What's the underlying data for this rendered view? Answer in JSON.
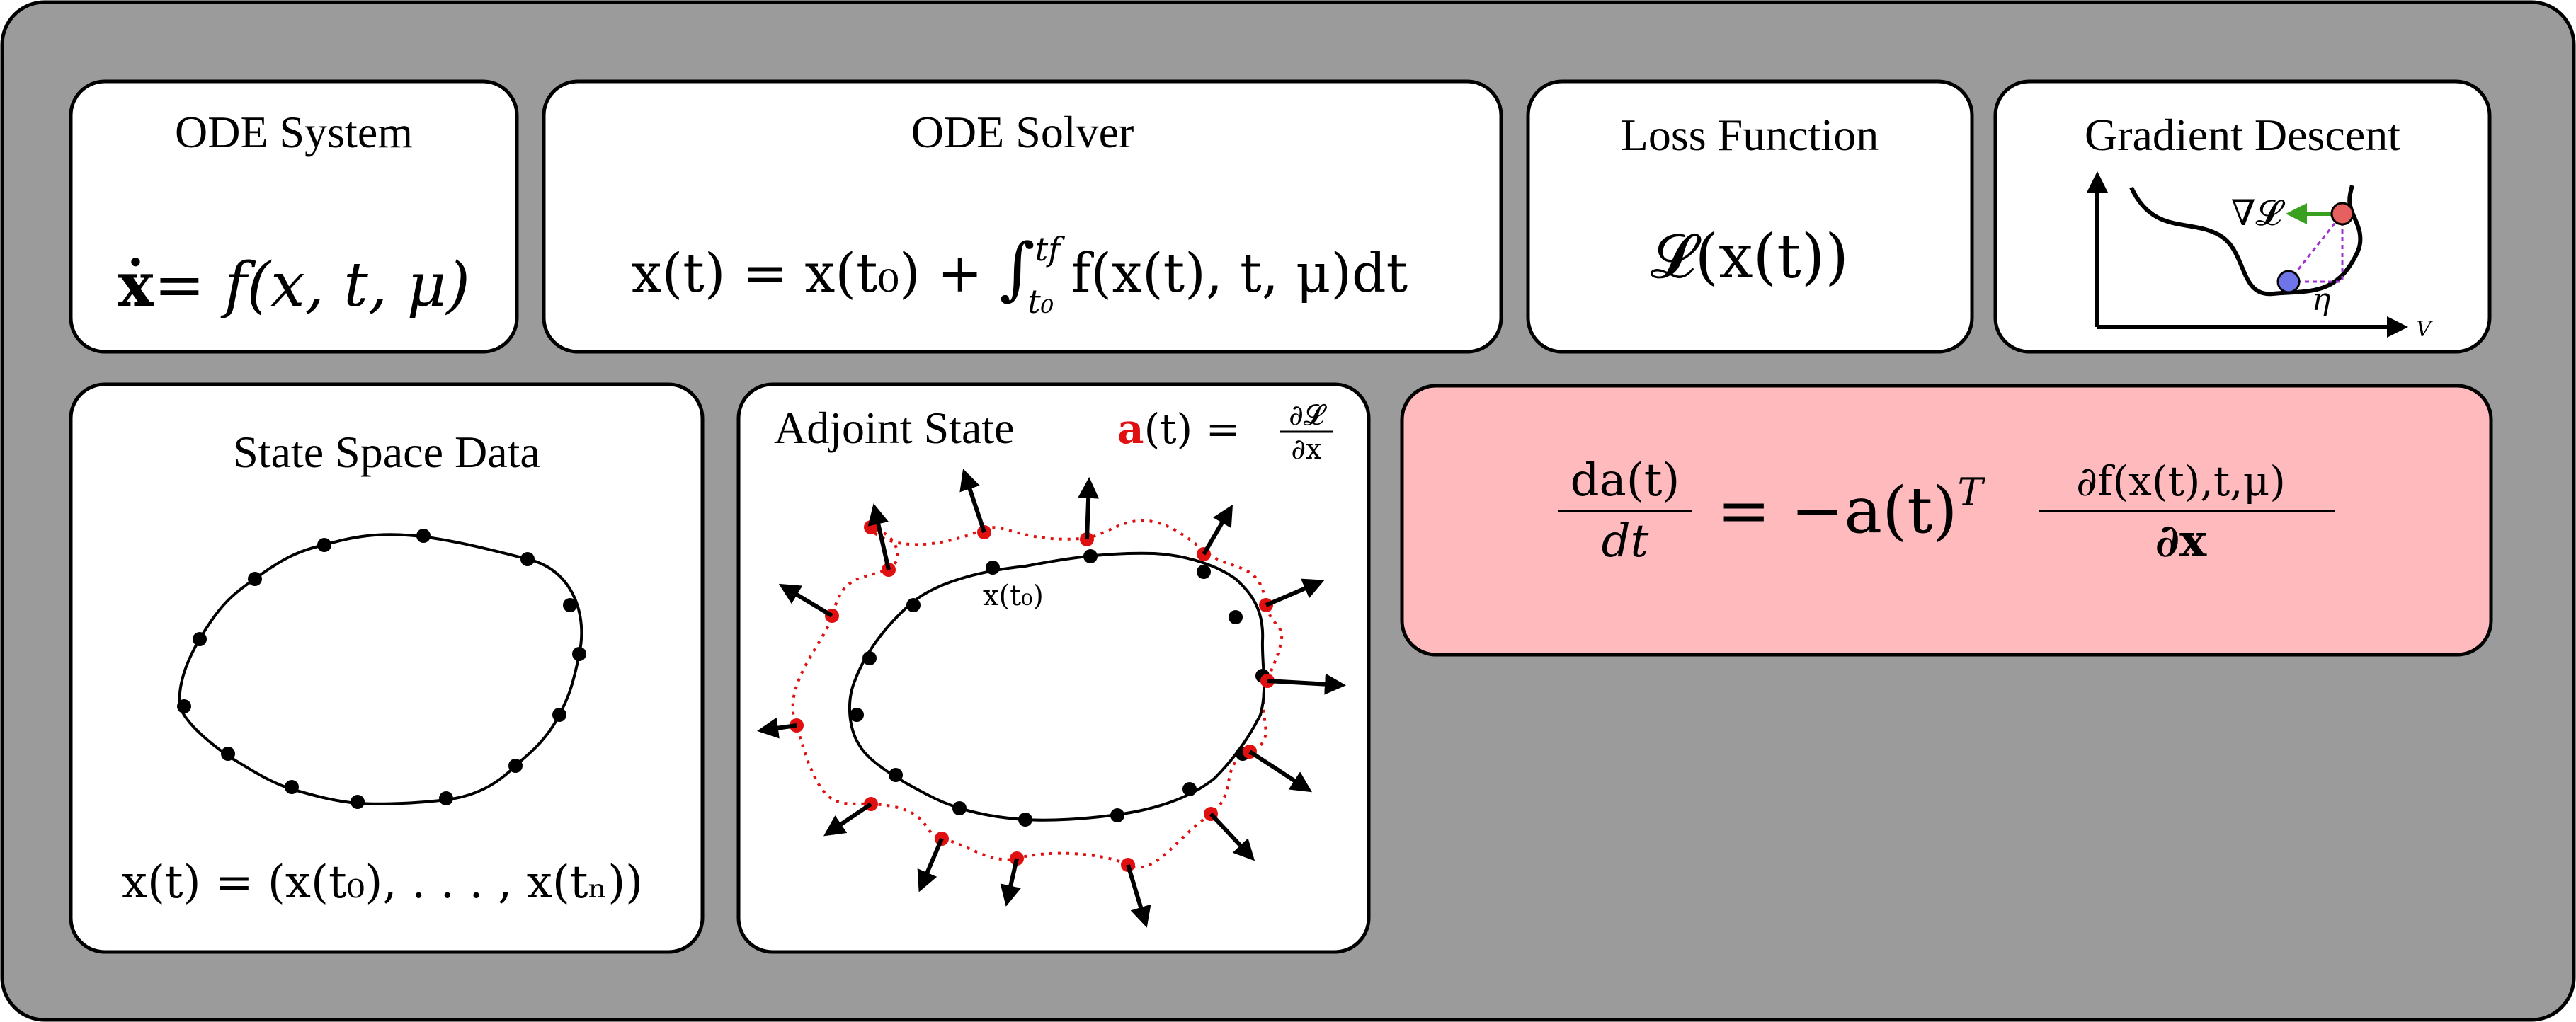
{
  "panels": {
    "ode_system": {
      "title": "ODE System",
      "lhs": "ẋ",
      "rhs": "= f(x, t, μ)"
    },
    "ode_solver": {
      "title": "ODE Solver",
      "lhs": "x(t) = x(t₀) + ",
      "integral": "∫",
      "upper": "tf",
      "lower": "t₀",
      "integrand": " f(x(t), t, μ)dt"
    },
    "loss_function": {
      "title": "Loss Function",
      "formula": "𝓛(x(t))"
    },
    "gradient_descent": {
      "title": "Gradient Descent",
      "grad_label": "∇𝓛",
      "step_label": "η",
      "axis_label": "V"
    },
    "state_space": {
      "title": "State Space Data",
      "formula": "x(t) = (x(t₀), . . . , x(tₙ))"
    },
    "adjoint": {
      "title": "Adjoint State",
      "a_symbol": "a",
      "a_rest": "(t) =",
      "frac_num": "∂𝓛",
      "frac_den": "∂x",
      "point_label": "x(t₀)"
    },
    "adjoint_equation": {
      "num": "da(t)",
      "den": "dt",
      "mid": "= −a(t)",
      "sup": "T",
      "rnum": "∂f(x(t),t,μ)",
      "rden": "∂x"
    }
  },
  "colors": {
    "frame_bg": "#9b9b9b",
    "panel_bg": "#ffffff",
    "highlight_bg": "#ffbabe",
    "red": "#e01010",
    "green": "#3aa020",
    "blue_point": "#6f74e8",
    "red_point": "#e66060",
    "purple": "#a030d0"
  }
}
